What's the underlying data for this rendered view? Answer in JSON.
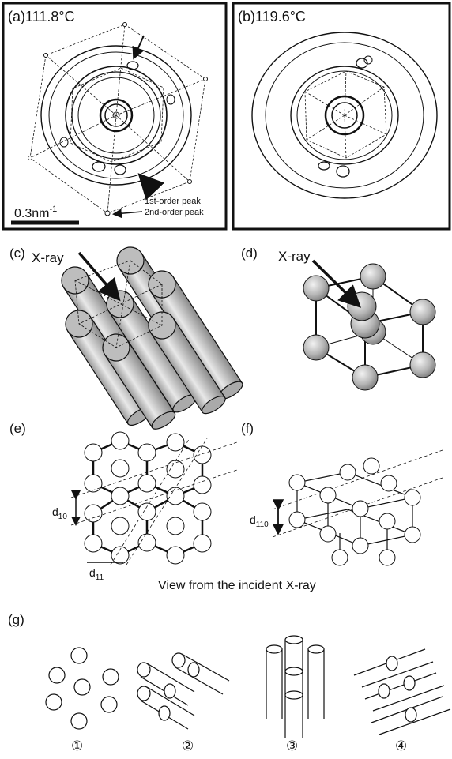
{
  "panel_a": {
    "label": "(a)",
    "temp": "111.8°C",
    "scale": "0.3nm",
    "scale_exp": "-1",
    "first_peak": "1st-order peak",
    "second_peak": "2nd-order peak"
  },
  "panel_b": {
    "label": "(b)",
    "temp": "119.6°C"
  },
  "panel_c": {
    "label": "(c)",
    "xray": "X-ray"
  },
  "panel_d": {
    "label": "(d)",
    "xray": "X-ray"
  },
  "panel_e": {
    "label": "(e)",
    "d10": "d",
    "d10_sub": "10",
    "d11": "d",
    "d11_sub": "11"
  },
  "panel_f": {
    "label": "(f)",
    "d110": "d",
    "d110_sub": "110"
  },
  "caption": "View from the incident X-ray",
  "panel_g": {
    "label": "(g)",
    "nums": [
      "①",
      "②",
      "③",
      "④"
    ]
  },
  "colors": {
    "ink": "#111111",
    "gray_fill": "#c8c8c8"
  }
}
